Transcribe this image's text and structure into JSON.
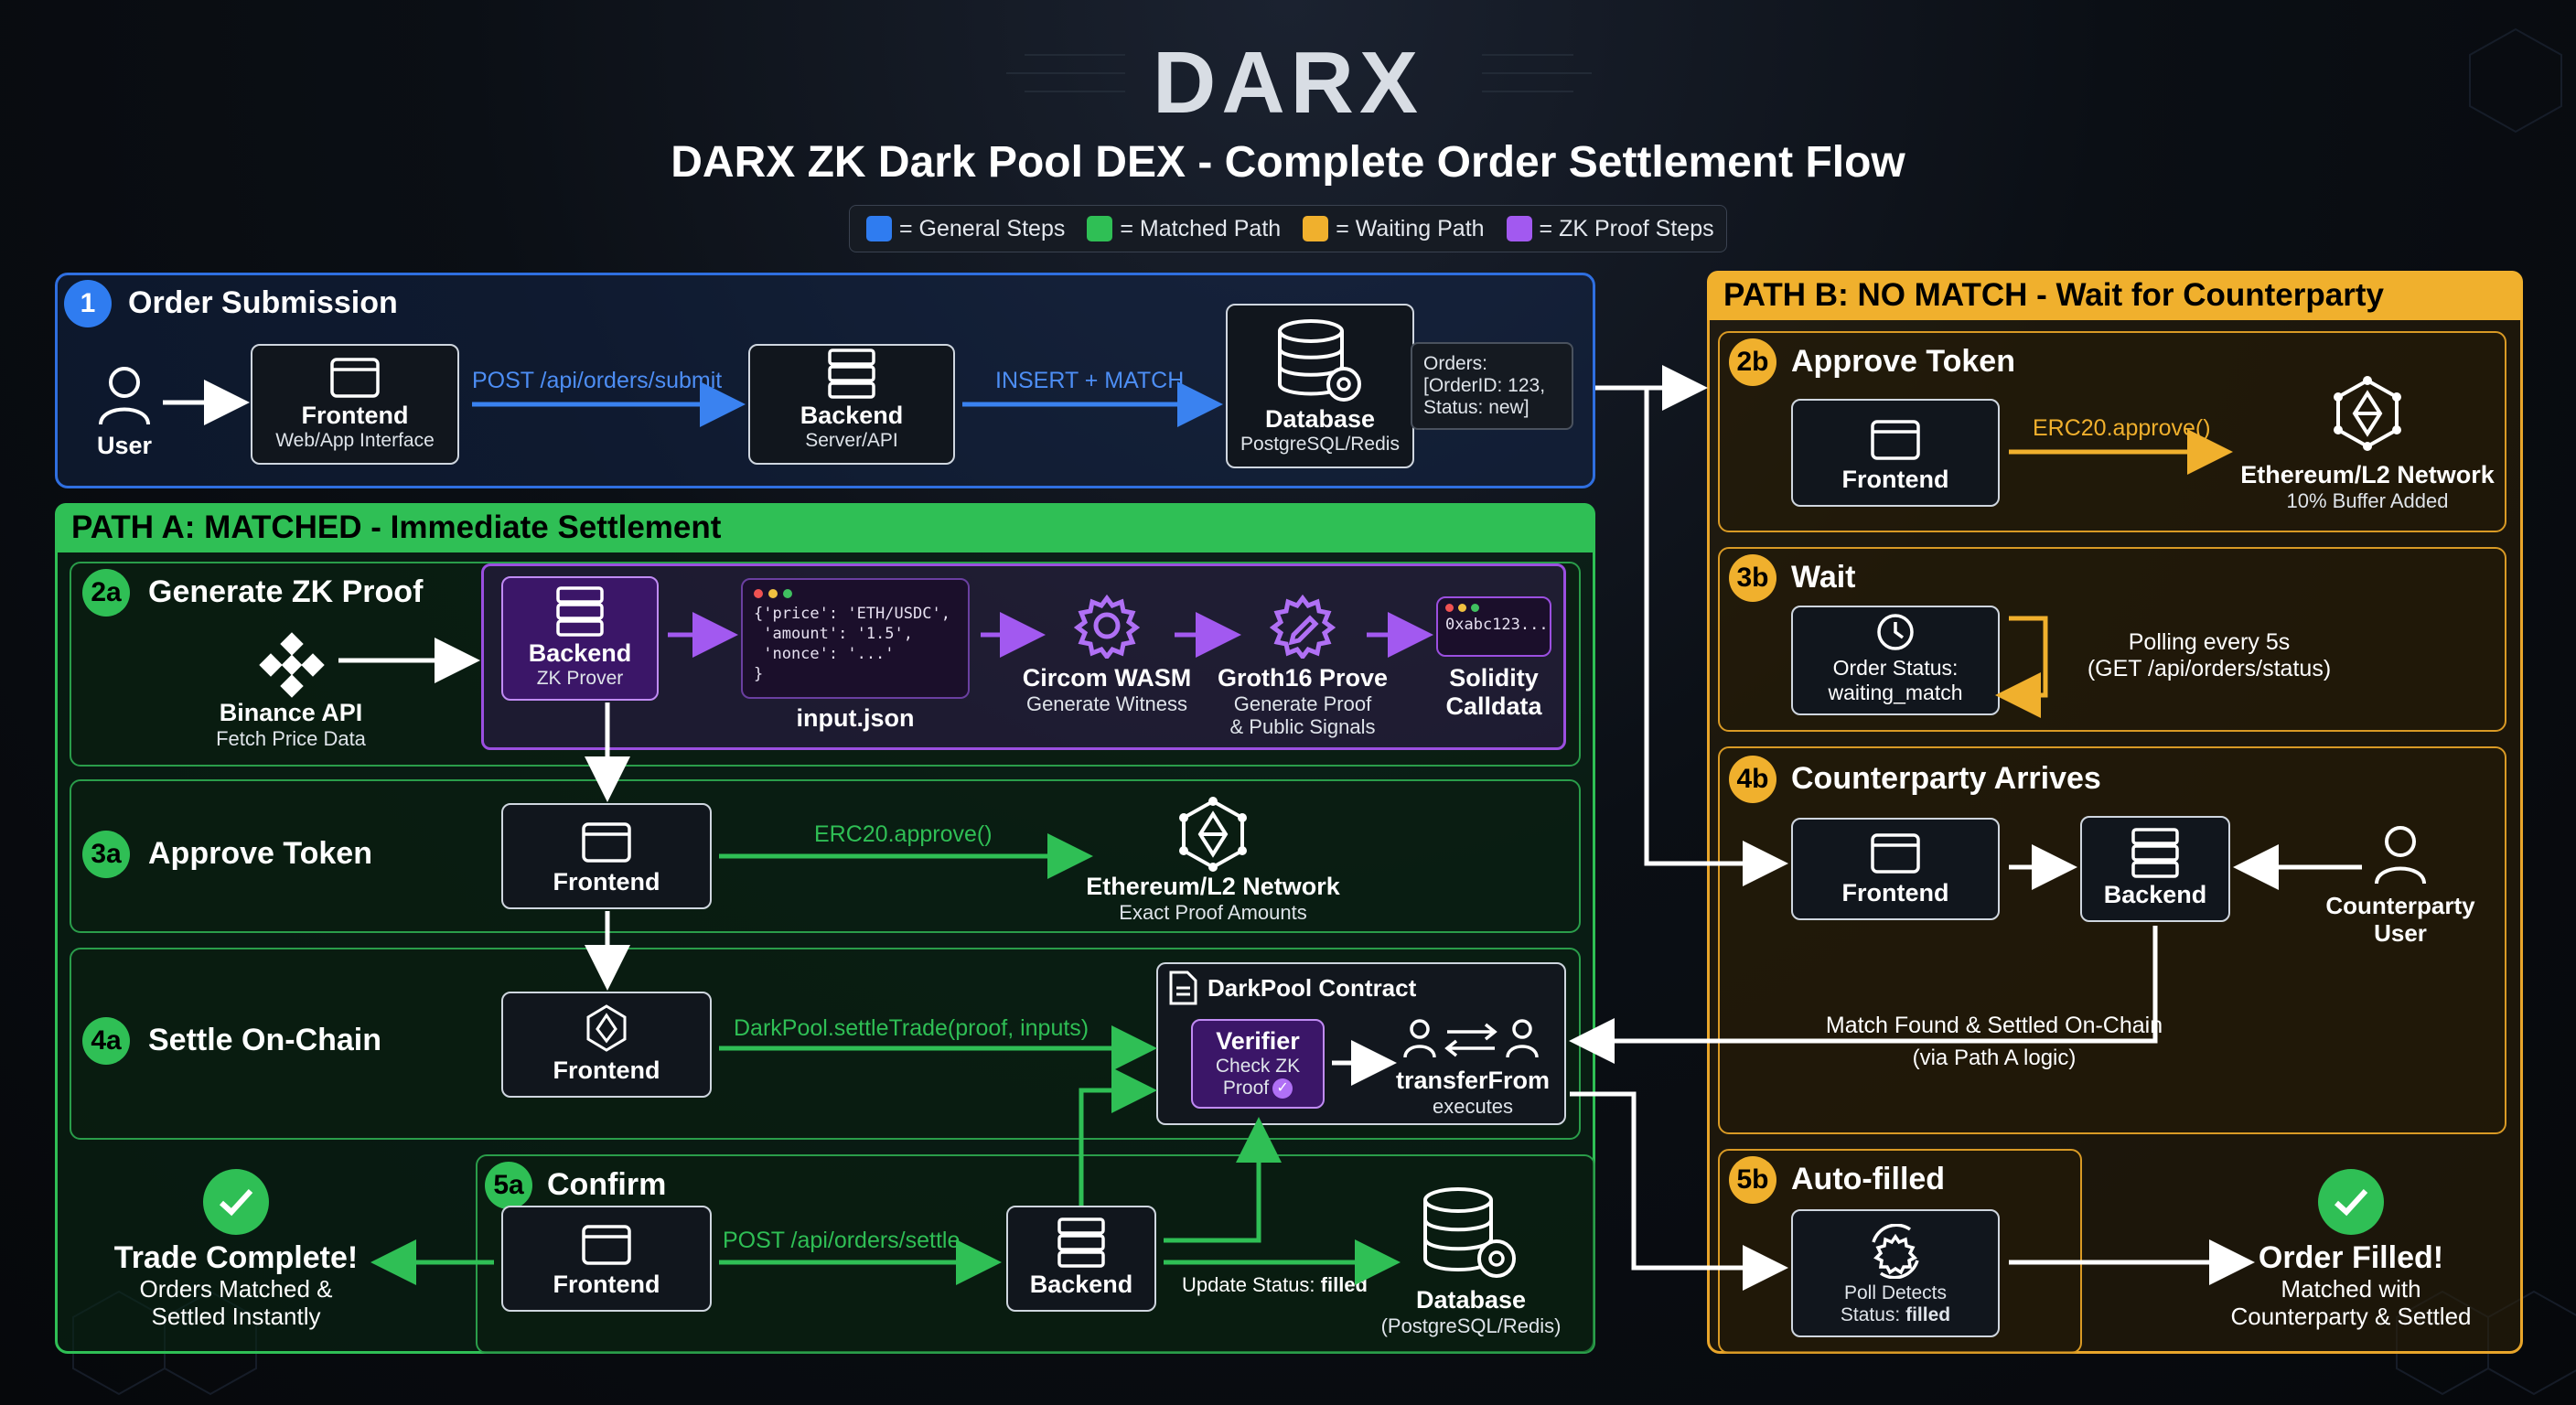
{
  "brand": "DARX",
  "title": "DARX ZK Dark Pool DEX - Complete Order Settlement Flow",
  "legend": [
    {
      "color": "#2f7cf0",
      "text": "= General Steps"
    },
    {
      "color": "#2fbf55",
      "text": "= Matched Path"
    },
    {
      "color": "#f0b02d",
      "text": "= Waiting Path"
    },
    {
      "color": "#a259f0",
      "text": "= ZK Proof Steps"
    }
  ],
  "step1": {
    "badge": "1",
    "title": "Order Submission",
    "user": "User",
    "frontend": {
      "title": "Frontend",
      "sub": "Web/App Interface"
    },
    "arrow1": "POST /api/orders/submit",
    "backend": {
      "title": "Backend",
      "sub": "Server/API"
    },
    "arrow2": "INSERT + MATCH",
    "database": {
      "title": "Database",
      "sub": "PostgreSQL/Redis"
    },
    "note": [
      "Orders:",
      "[OrderID: 123,",
      "Status: new]"
    ]
  },
  "pathA": {
    "title": "PATH A: MATCHED - Immediate Settlement",
    "s2a": {
      "badge": "2a",
      "title": "Generate ZK Proof",
      "binance": {
        "title": "Binance API",
        "sub": "Fetch Price Data"
      },
      "backend": {
        "title": "Backend",
        "sub": "ZK Prover"
      },
      "code": [
        "{'price': 'ETH/USDC',",
        " 'amount': '1.5',",
        " 'nonce': '...'",
        "}"
      ],
      "input": "input.json",
      "circom": {
        "title": "Circom WASM",
        "sub": "Generate Witness"
      },
      "groth": {
        "title": "Groth16 Prove",
        "sub1": "Generate Proof",
        "sub2": "& Public Signals"
      },
      "calldata_code": "0xabc123...",
      "solidity": {
        "title1": "Solidity",
        "title2": "Calldata"
      }
    },
    "s3a": {
      "badge": "3a",
      "title": "Approve Token",
      "frontend": "Frontend",
      "arrow": "ERC20.approve()",
      "eth": {
        "title": "Ethereum/L2 Network",
        "sub": "Exact Proof Amounts"
      }
    },
    "s4a": {
      "badge": "4a",
      "title": "Settle On-Chain",
      "frontend": "Frontend",
      "arrow": "DarkPool.settleTrade(proof, inputs)",
      "contract": "DarkPool Contract",
      "verifier": {
        "title": "Verifier",
        "sub1": "Check ZK",
        "sub2": "Proof"
      },
      "transfer": {
        "title": "transferFrom",
        "sub": "executes"
      }
    },
    "s5a": {
      "badge": "5a",
      "title": "Confirm",
      "frontend": "Frontend",
      "arrow": "POST /api/orders/settle",
      "backend": "Backend",
      "update_prefix": "Update Status: ",
      "update_value": "filled",
      "database": {
        "title": "Database",
        "sub": "(PostgreSQL/Redis)"
      }
    },
    "complete": {
      "title": "Trade Complete!",
      "sub1": "Orders Matched &",
      "sub2": "Settled Instantly"
    }
  },
  "pathB": {
    "title": "PATH B: NO MATCH - Wait for Counterparty",
    "s2b": {
      "badge": "2b",
      "title": "Approve Token",
      "frontend": "Frontend",
      "arrow": "ERC20.approve()",
      "eth": {
        "title": "Ethereum/L2 Network",
        "sub": "10% Buffer Added"
      }
    },
    "s3b": {
      "badge": "3b",
      "title": "Wait",
      "status1": "Order Status:",
      "status2": "waiting_match",
      "poll1": "Polling every 5s",
      "poll2": "(GET /api/orders/status)"
    },
    "s4b": {
      "badge": "4b",
      "title": "Counterparty Arrives",
      "frontend": "Frontend",
      "backend": "Backend",
      "user1": "Counterparty",
      "user2": "User",
      "match1": "Match Found & Settled On-Chain",
      "match2": "(via Path A logic)"
    },
    "s5b": {
      "badge": "5b",
      "title": "Auto-filled",
      "poll1": "Poll Detects",
      "poll2_prefix": "Status: ",
      "poll2_value": "filled"
    },
    "filled": {
      "title": "Order Filled!",
      "sub1": "Matched with",
      "sub2": "Counterparty & Settled"
    }
  }
}
